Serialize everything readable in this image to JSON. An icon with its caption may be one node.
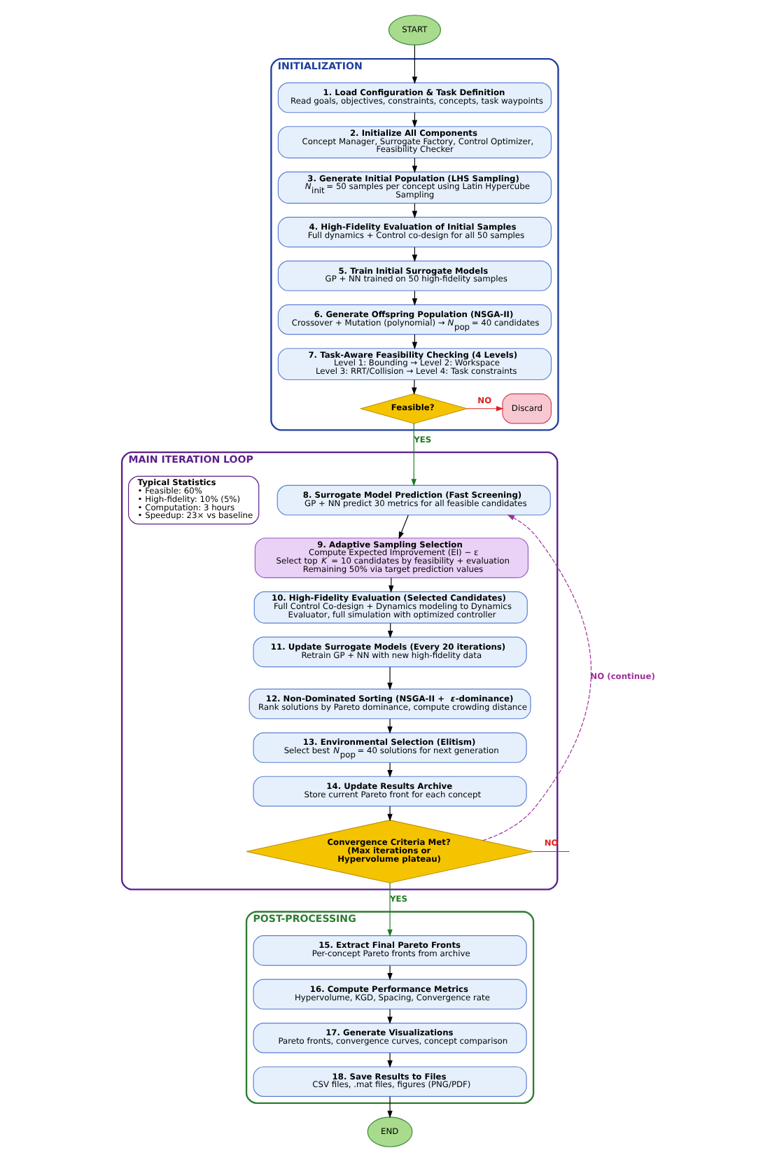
{
  "diagram": {
    "nodes": [
      {
        "text": [
          "START"
        ]
      },
      {
        "text": [
          "INITIALIZATION"
        ]
      },
      {
        "text": [
          "1. Load Configuration & Task Definition",
          "Read goals, objectives, constraints, concepts, task waypoints"
        ],
        "in": 1
      },
      {
        "text": [
          "2. Initialize All Components",
          "Concept Manager, Surrogate Factory, Control Optimizer, Feasibility Checker"
        ],
        "in": 1
      },
      {
        "text": [
          "3. Generate Initial Population (LHS Sampling)",
          "*N*$_{init}$ = 50 samples per concept using Latin Hypercube Sampling"
        ],
        "in": 1
      },
      {
        "text": [
          "4. High-Fidelity Evaluation of Initial Samples",
          "Full dynamics + Control co-design for all 50 samples"
        ],
        "in": 1
      },
      {
        "text": [
          "5. Train Initial Surrogate Models",
          "GP + NN trained on 50 high-fidelity samples"
        ],
        "in": 1
      },
      {
        "text": [
          "6. Generate Offspring Population (NSGA-II)",
          "Crossover + Mutation (polynomial) → *N*$_{pop}$ = 40 candidates"
        ],
        "in": 1
      },
      {
        "text": [
          "7. Task-Aware Feasibility Checking (4 Levels)",
          "Level 1: Bounding → Level 2: Workspace",
          "Level 3: RRT/Collision → Level 4: Task constraints"
        ],
        "in": 1
      },
      {
        "text": [
          "Feasible?"
        ],
        "in": 1
      },
      {
        "text": [
          "Discard"
        ],
        "in": 1
      },
      {
        "text": [
          "MAIN ITERATION LOOP"
        ]
      },
      {
        "text": [
          "8. Surrogate Model Prediction (Fast Screening)",
          "GP + NN predict 30 metrics for all feasible candidates"
        ],
        "in": 11
      },
      {
        "text": [
          "9. Adaptive Sampling Selection",
          "Compute Expected Improvement (EI) − ε",
          "Select top *K* = 10 candidates by feasibility + evaluation",
          "Remaining 50% via target prediction values"
        ],
        "in": 11
      },
      {
        "text": [
          "10. High-Fidelity Evaluation (Selected Candidates)",
          "Full Control Co-design + Dynamics modeling to Dynamics Evaluator, full simulation with optimized controller"
        ],
        "in": 11
      },
      {
        "text": [
          "11. Update Surrogate Models (Every 20 iterations)",
          "Retrain GP + NN with new high-fidelity data"
        ],
        "in": 11
      },
      {
        "text": [
          "12. Non-Dominated Sorting (NSGA-II + *ε*-dominance)",
          "Rank solutions by Pareto dominance, compute crowding distance"
        ],
        "in": 11
      },
      {
        "text": [
          "13. Environmental Selection (Elitism)",
          "Select best *N*$_{pop}$ = 40 solutions for next generation"
        ],
        "in": 11
      },
      {
        "text": [
          "14. Update Results Archive",
          "Store current Pareto front for each concept"
        ],
        "in": 11
      },
      {
        "text": [
          "Convergence Criteria Met? (Max iterations or Hypervolume plateau)"
        ],
        "in": 11
      },
      {
        "text": [
          "Typical Statistics",
          "• Feasible: 60%",
          "• High-fidelity: 10% (5%)",
          "• Computation: 3 hours",
          "• Speedup: 23× vs baseline"
        ],
        "in": 11
      },
      {
        "text": [
          "POST-PROCESSING"
        ]
      },
      {
        "text": [
          "15. Extract Final Pareto Fronts",
          "Per-concept Pareto fronts from archive"
        ],
        "in": 21
      },
      {
        "text": [
          "16. Compute Performance Metrics",
          "Hypervolume, KGD, Spacing, Convergence rate"
        ],
        "in": 21
      },
      {
        "text": [
          "17. Generate Visualizations",
          "Pareto fronts, convergence curves, concept comparison"
        ],
        "in": 21
      },
      {
        "text": [
          "18. Save Results to Files",
          "CSV files, .mat files, figures (PNG/PDF)"
        ],
        "in": 21
      },
      {
        "text": [
          "END"
        ]
      }
    ],
    "edges": [
      {
        "from": 0,
        "to": 2,
        "arrow": "to"
      },
      {
        "from": 2,
        "to": 3,
        "arrow": "to"
      },
      {
        "from": 3,
        "to": 4,
        "arrow": "to"
      },
      {
        "from": 4,
        "to": 5,
        "arrow": "to"
      },
      {
        "from": 5,
        "to": 6,
        "arrow": "to"
      },
      {
        "from": 6,
        "to": 7,
        "arrow": "to"
      },
      {
        "from": 7,
        "to": 8,
        "arrow": "to"
      },
      {
        "from": 8,
        "to": 9,
        "arrow": "to"
      },
      {
        "from": 9,
        "to": 10,
        "arrow": "to",
        "label": "NO",
        "color": "#e02020"
      },
      {
        "from": 9,
        "to": 12,
        "arrow": "to",
        "label": "YES",
        "color": "#1f7a1f"
      },
      {
        "from": 12,
        "to": 13,
        "arrow": "to"
      },
      {
        "from": 13,
        "to": 14,
        "arrow": "to"
      },
      {
        "from": 14,
        "to": 15,
        "arrow": "to"
      },
      {
        "from": 15,
        "to": 16,
        "arrow": "to"
      },
      {
        "from": 16,
        "to": 17,
        "arrow": "to"
      },
      {
        "from": 17,
        "to": 18,
        "arrow": "to"
      },
      {
        "from": 18,
        "to": 19,
        "arrow": "to"
      },
      {
        "from": 19,
        "to": 12,
        "arrow": "to",
        "label": "NO (continue)",
        "style": "dashed",
        "color": "#a0309a"
      },
      {
        "from": 19,
        "to": null,
        "arrow": "none",
        "label": "NO",
        "color": "#e02020"
      },
      {
        "from": 19,
        "to": 22,
        "arrow": "to",
        "label": "YES",
        "color": "#1f7a1f"
      },
      {
        "from": 22,
        "to": 23,
        "arrow": "to"
      },
      {
        "from": 23,
        "to": 24,
        "arrow": "to"
      },
      {
        "from": 24,
        "to": 25,
        "arrow": "to"
      },
      {
        "from": 25,
        "to": 26,
        "arrow": "to"
      }
    ]
  }
}
